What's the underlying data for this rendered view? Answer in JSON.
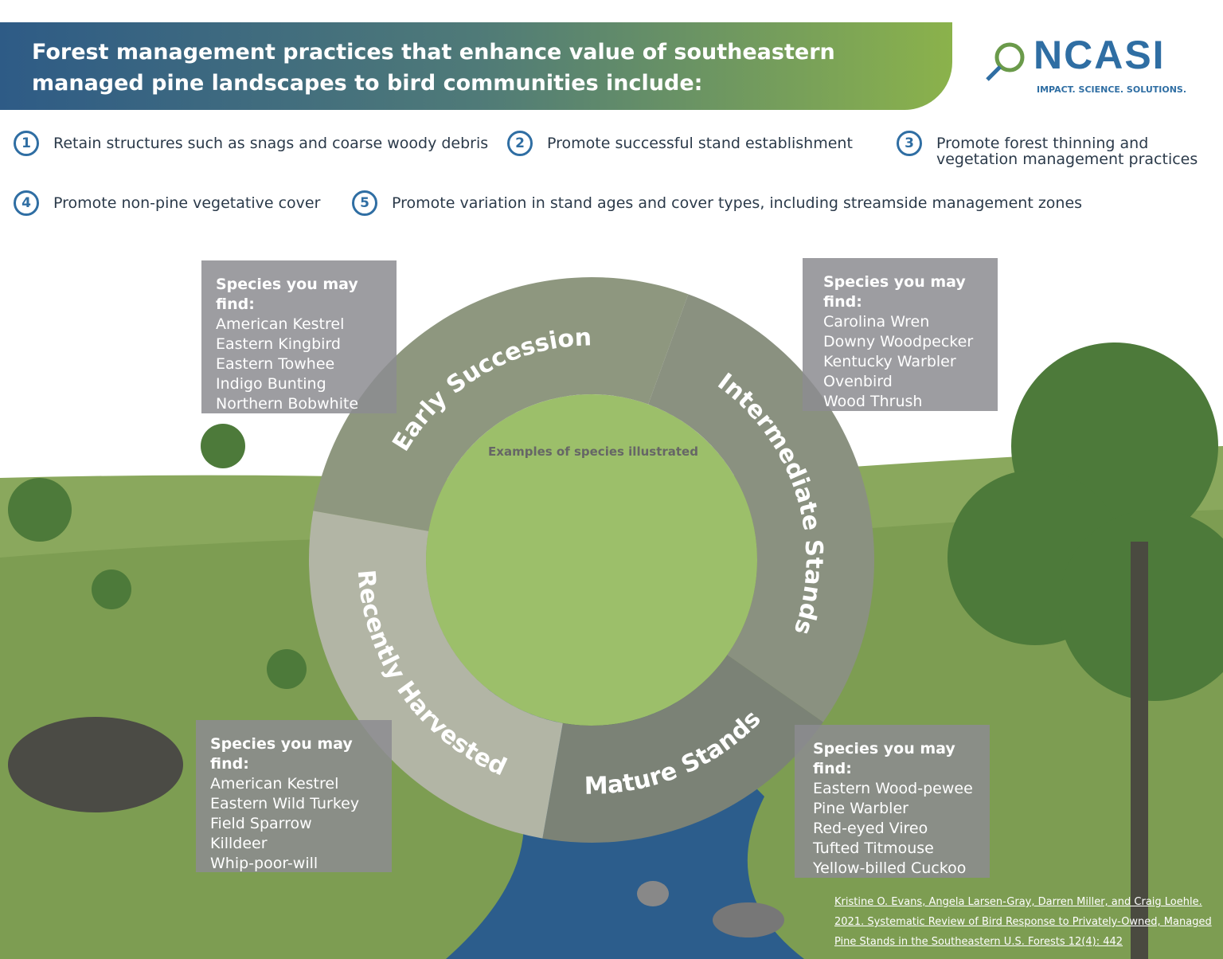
{
  "header": {
    "title": "Forest management practices that enhance value of southeastern managed pine landscapes to bird communities include:"
  },
  "logo": {
    "name": "NCASI",
    "tagline": "IMPACT. SCIENCE. SOLUTIONS."
  },
  "practices": [
    {
      "num": "1",
      "text": "Retain structures such as snags and coarse woody debris"
    },
    {
      "num": "2",
      "text": "Promote successful stand establishment"
    },
    {
      "num": "3",
      "text": "Promote forest thinning and vegetation management practices"
    },
    {
      "num": "4",
      "text": "Promote non-pine vegetative cover"
    },
    {
      "num": "5",
      "text": "Promote variation in stand ages and cover types, including streamside management zones"
    }
  ],
  "cycle": {
    "center_label": "Examples of species illustrated",
    "stages": [
      {
        "label": "Early Succession",
        "color": "#8e977f"
      },
      {
        "label": "Intermediate Stands",
        "color": "#8a9180"
      },
      {
        "label": "Mature Stands",
        "color": "#7b8276"
      },
      {
        "label": "Recently Harvested",
        "color": "#b2b5a5"
      }
    ]
  },
  "species_boxes": {
    "heading": "Species you may find:",
    "early": [
      "American Kestrel",
      "Eastern Kingbird",
      "Eastern Towhee",
      "Indigo Bunting",
      "Northern Bobwhite"
    ],
    "intermediate": [
      "Carolina Wren",
      "Downy Woodpecker",
      "Kentucky Warbler",
      "Ovenbird",
      "Wood Thrush"
    ],
    "harvested": [
      "American Kestrel",
      "Eastern Wild Turkey",
      "Field Sparrow",
      "Killdeer",
      "Whip-poor-will"
    ],
    "mature": [
      "Eastern Wood-pewee",
      "Pine Warbler",
      "Red-eyed Vireo",
      "Tufted Titmouse",
      "Yellow-billed Cuckoo"
    ]
  },
  "citation": "Kristine O. Evans, Angela Larsen-Gray, Darren Miller, and Craig Loehle. 2021. Systematic Review of Bird Response to Privately-Owned, Managed Pine Stands in the Southeastern U.S. Forests 12(4): 442",
  "colors": {
    "banner_start": "#2e5b86",
    "banner_end": "#8bb24b",
    "accent": "#2f6ea3",
    "grass": "#86a55a",
    "river": "#2c5d8c"
  }
}
